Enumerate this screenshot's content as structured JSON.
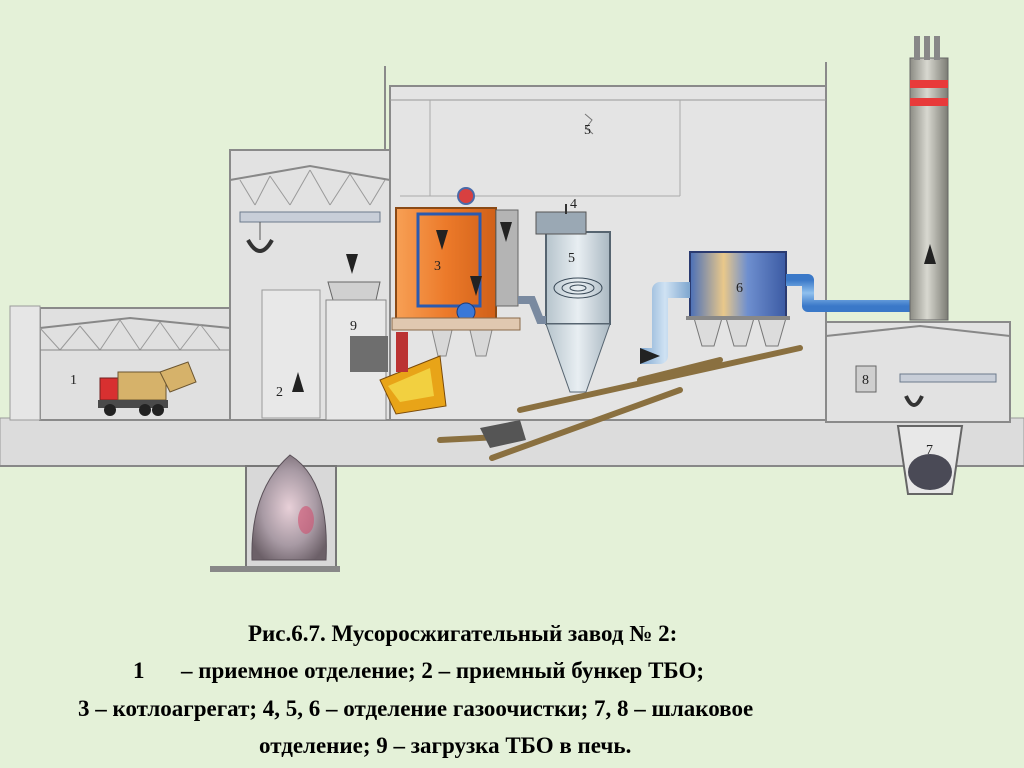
{
  "diagram": {
    "labels": [
      "1",
      "2",
      "3",
      "4",
      "5",
      "6",
      "7",
      "8",
      "9",
      "5"
    ]
  },
  "caption": {
    "line1": "Рис.6.7. Мусоросжигательный завод № 2:",
    "line2_num": "1",
    "line2_text": "– приемное отделение; 2 – приемный бункер ТБО;",
    "line3": "3 – котлоагрегат; 4, 5, 6 – отделение газоочистки; 7, 8 – шлаковое",
    "line4": "отделение; 9 – загрузка ТБО в печь."
  },
  "colors": {
    "background": "#e4f1d8",
    "building": "#dcdcdc",
    "boiler": "#f0883a",
    "electrofilter": "#5a7fc0",
    "chimney_band": "#e83a3a"
  }
}
